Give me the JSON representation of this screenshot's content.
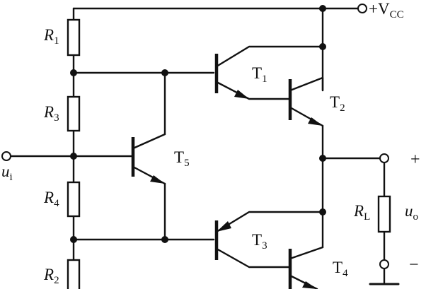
{
  "supply": {
    "main": "+V",
    "sub": "CC"
  },
  "input": {
    "main": "u",
    "sub": "i"
  },
  "output": {
    "main": "u",
    "sub": "o",
    "plus": "+",
    "minus": "−"
  },
  "resistors": {
    "r1": {
      "main": "R",
      "sub": "1"
    },
    "r3": {
      "main": "R",
      "sub": "3"
    },
    "r4": {
      "main": "R",
      "sub": "4"
    },
    "r2": {
      "main": "R",
      "sub": "2"
    },
    "rl": {
      "main": "R",
      "sub": "L"
    }
  },
  "transistors": {
    "t1": {
      "main": "T",
      "sub": "1"
    },
    "t2": {
      "main": "T",
      "sub": "2"
    },
    "t3": {
      "main": "T",
      "sub": "3"
    },
    "t4": {
      "main": "T",
      "sub": "4"
    },
    "t5": {
      "main": "T",
      "sub": "5"
    }
  }
}
